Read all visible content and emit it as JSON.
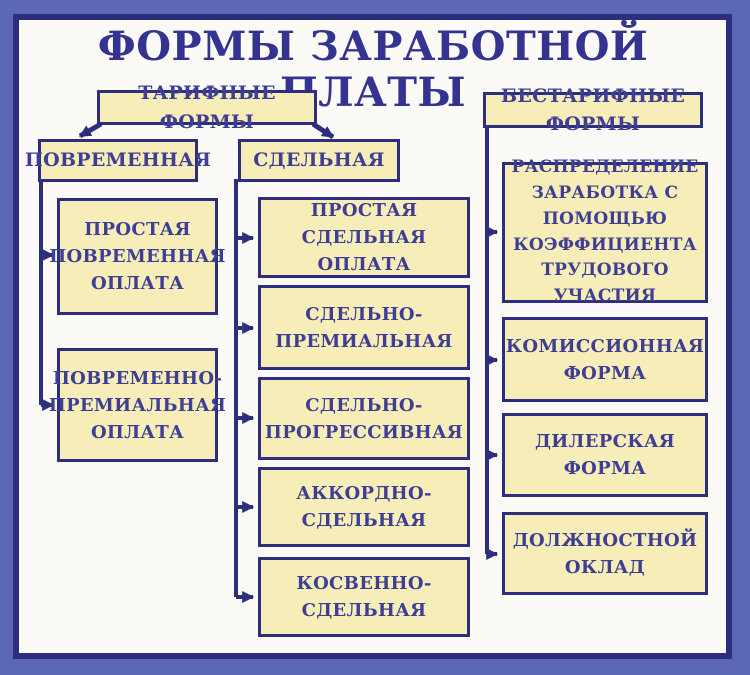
{
  "title": "ФОРМЫ ЗАРАБОТНОЙ ПЛАТЫ",
  "diagram": {
    "tariff_header": "ТАРИФНЫЕ ФОРМЫ",
    "non_tariff_header": "БЕСТАРИФНЫЕ ФОРМЫ",
    "time_branch": {
      "header": "ПОВРЕМЕННАЯ",
      "items": [
        "ПРОСТАЯ\nПОВРЕМЕННАЯ\nОПЛАТА",
        "ПОВРЕМЕННО-\nПРЕМИАЛЬНАЯ\nОПЛАТА"
      ]
    },
    "piece_branch": {
      "header": "СДЕЛЬНАЯ",
      "items": [
        "ПРОСТАЯ СДЕЛЬНАЯ\nОПЛАТА",
        "СДЕЛЬНО-\nПРЕМИАЛЬНАЯ",
        "СДЕЛЬНО-\nПРОГРЕССИВНАЯ",
        "АККОРДНО-\nСДЕЛЬНАЯ",
        "КОСВЕННО-\nСДЕЛЬНАЯ"
      ]
    },
    "non_tariff_items": [
      "РАСПРЕДЕЛЕНИЕ\nЗАРАБОТКА С\nПОМОЩЬЮ\nКОЭФФИЦИЕНТА\nТРУДОВОГО УЧАСТИЯ",
      "КОМИССИОННАЯ\nФОРМА",
      "ДИЛЕРСКАЯ\nФОРМА",
      "ДОЛЖНОСТНОЙ\nОКЛАД"
    ]
  },
  "colors": {
    "frame": "#5b68b5",
    "line": "#2e2e7e",
    "panel_bg": "#fbfaf6",
    "box_fill": "#f6edb9",
    "box_border": "#2e2e7e",
    "title_text": "#343490",
    "box_text": "#3e3f94"
  }
}
